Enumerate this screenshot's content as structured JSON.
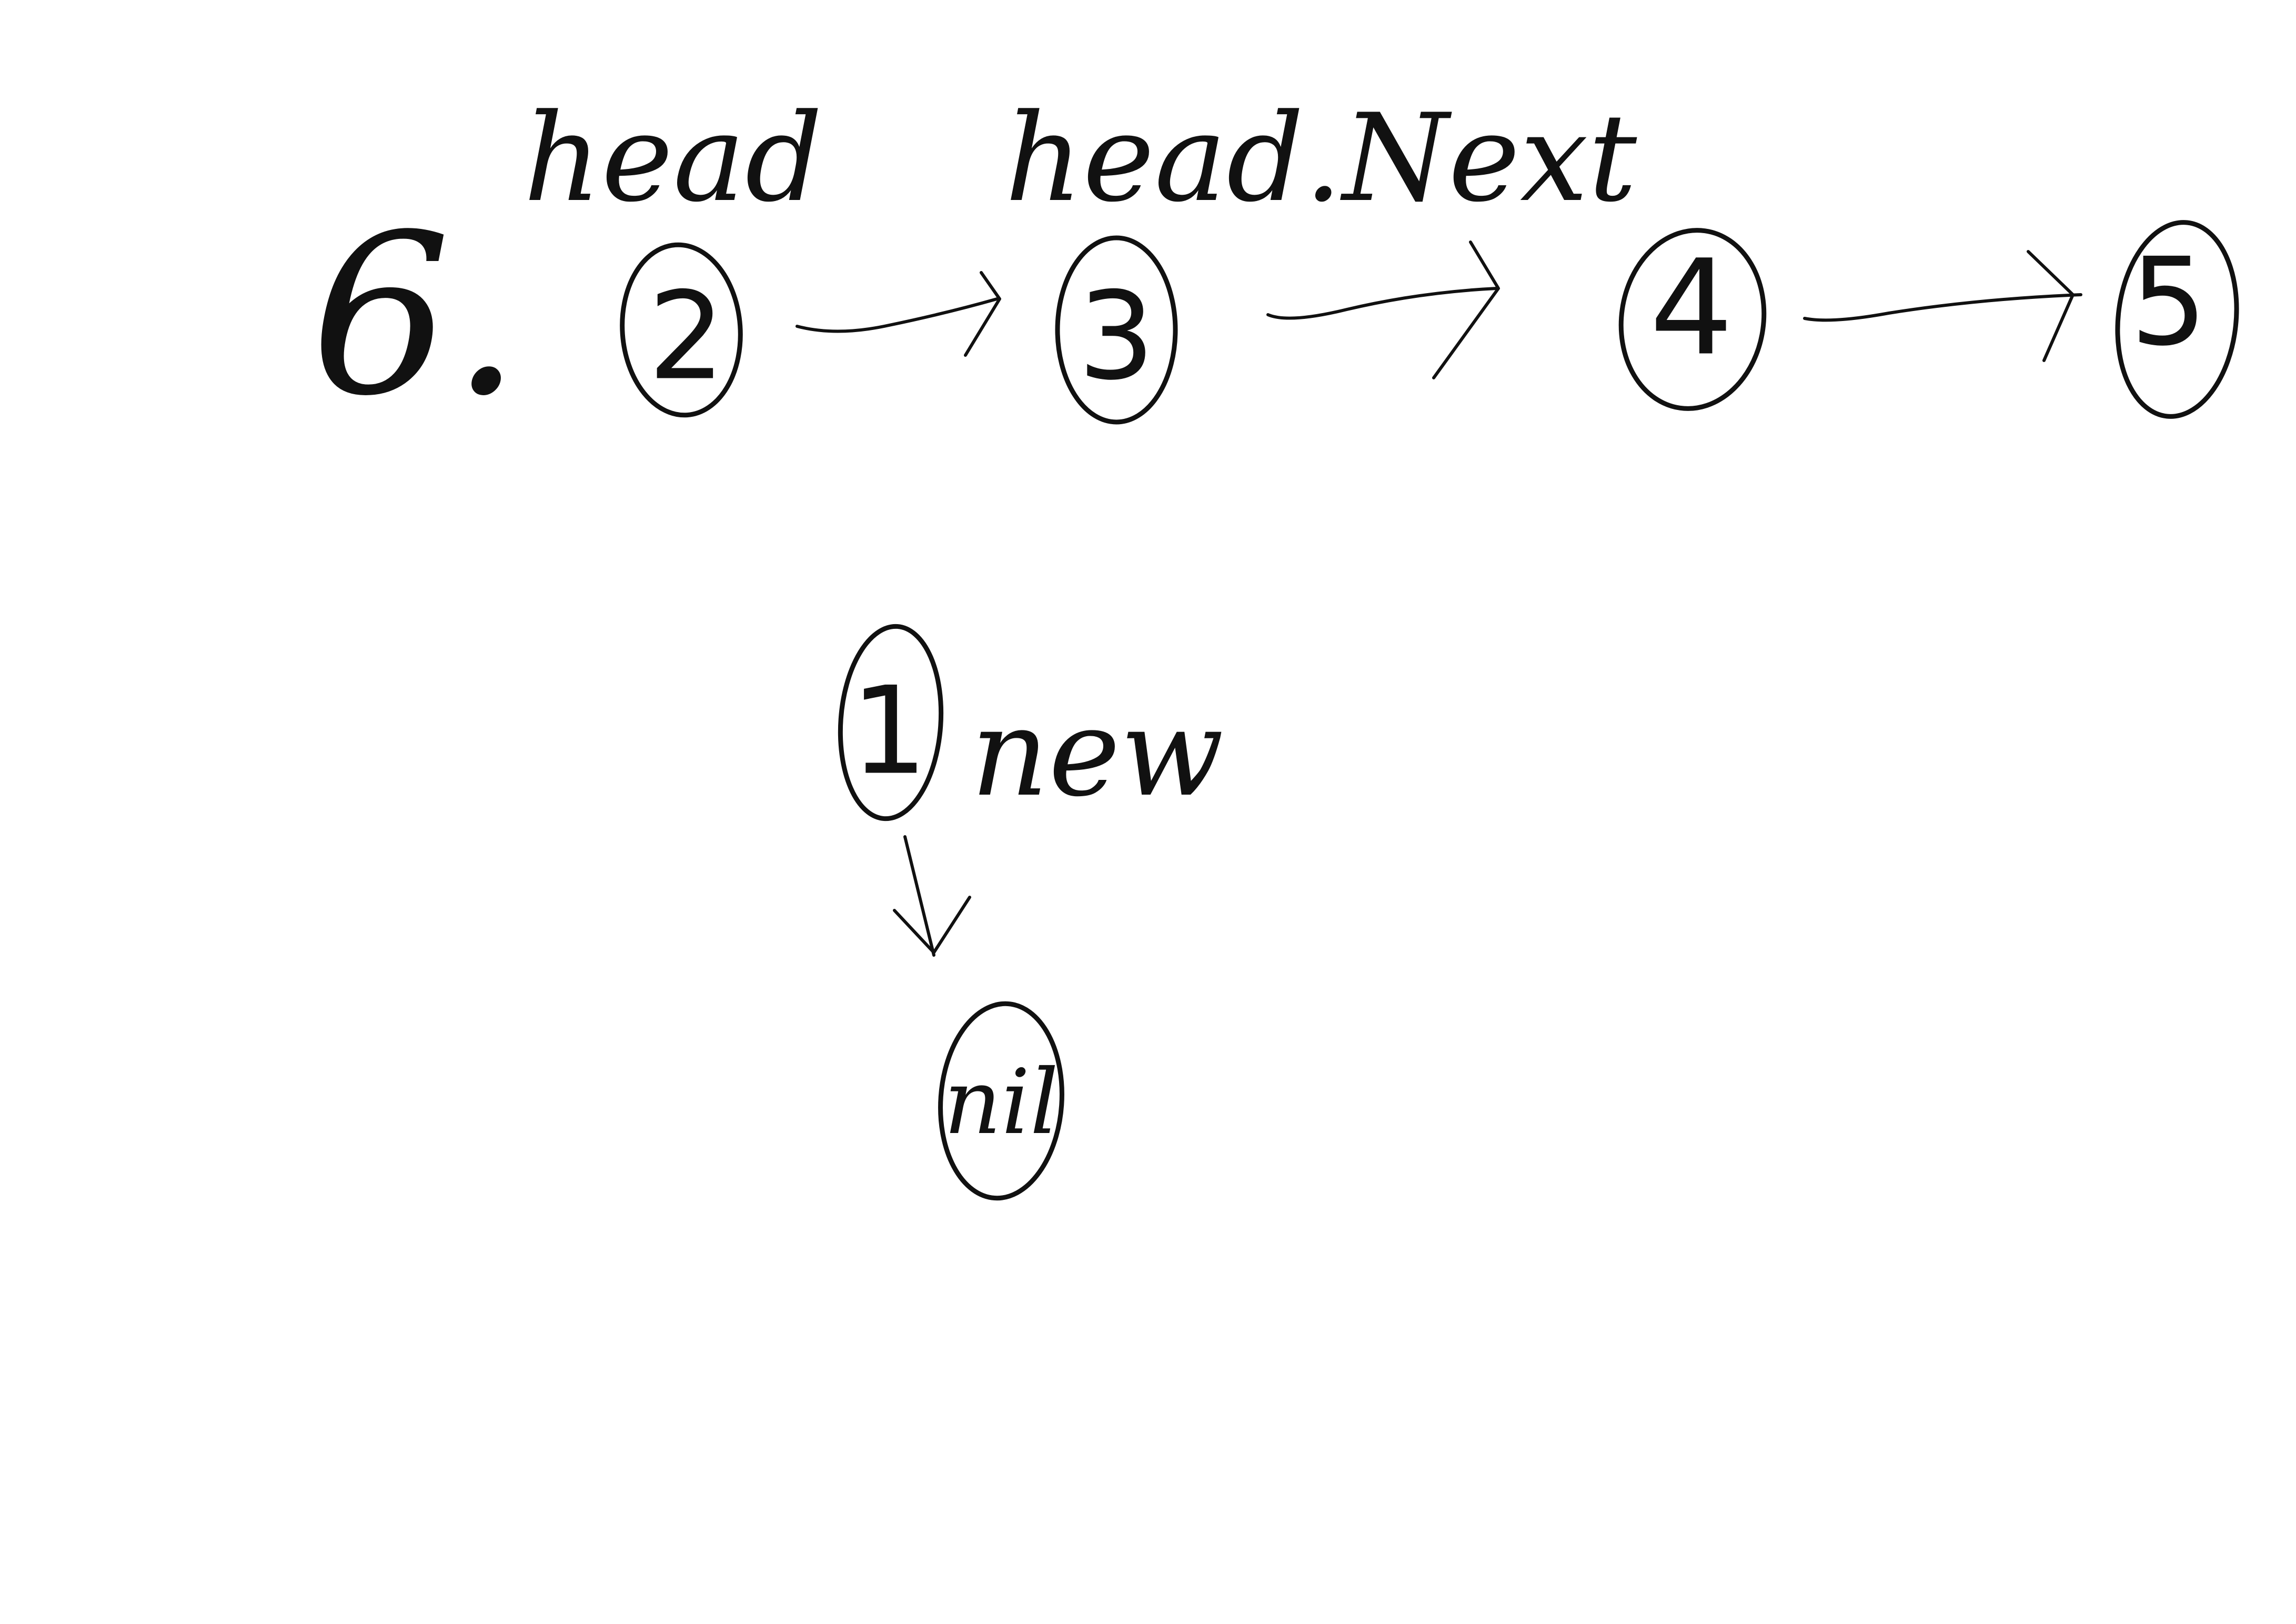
{
  "problem_label": "6.",
  "pointers": {
    "head": "head",
    "head_next": "head.Next",
    "new_node": "new"
  },
  "list_nodes": [
    {
      "value": "2"
    },
    {
      "value": "3"
    },
    {
      "value": "4"
    },
    {
      "value": "5"
    }
  ],
  "new_node": {
    "value": "1"
  },
  "nil_node": {
    "value": "nil"
  },
  "ink_color": "#111111",
  "background_color": "#ffffff"
}
